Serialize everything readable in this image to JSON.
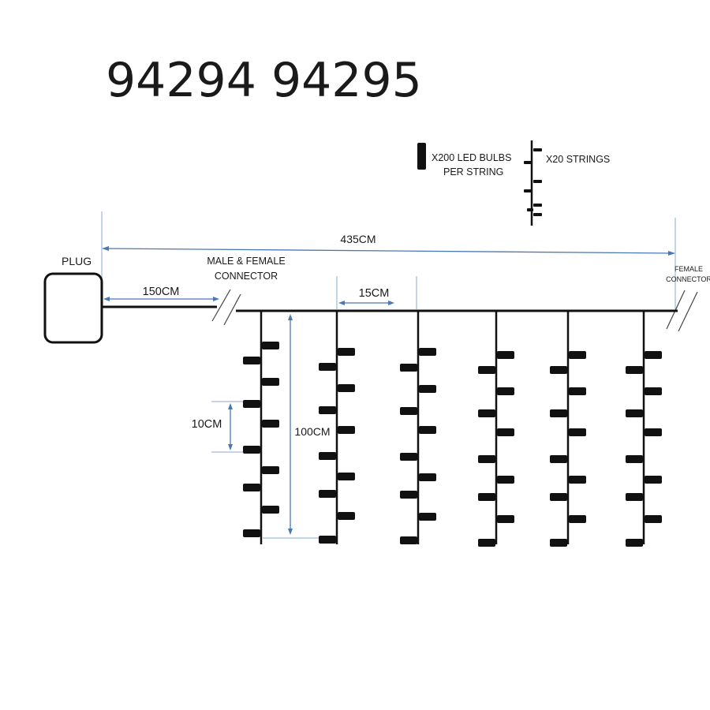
{
  "title": "94294 94295",
  "legend": {
    "bulbs_line1": "X200 LED BULBS",
    "bulbs_line2": "PER STRING",
    "strings": "X20 STRINGS"
  },
  "labels": {
    "total_length": "435CM",
    "plug": "PLUG",
    "male_female_line1": "MALE & FEMALE",
    "male_female_line2": "CONNECTOR",
    "female_line1": "FEMALE",
    "female_line2": "CONNECTOR",
    "lead_length": "150CM",
    "string_spacing": "15CM",
    "bulb_spacing": "10CM",
    "drop_length": "100CM"
  },
  "colors": {
    "dimension": "#4a78b5",
    "wire": "#111111"
  }
}
